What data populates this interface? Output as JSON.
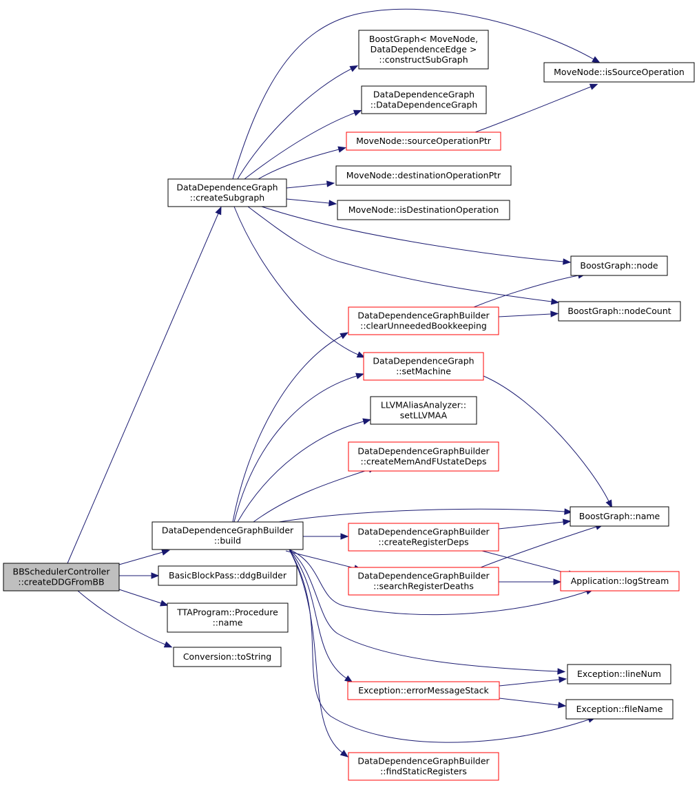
{
  "colors": {
    "edge": "#191970",
    "node_border": "#000000",
    "node_border_truncated": "#ff0000",
    "root_fill": "#bfbfbf"
  },
  "nodes": {
    "root": [
      "BBSchedulerController",
      "::createDDGFromBB"
    ],
    "build": [
      "DataDependenceGraphBuilder",
      "::build"
    ],
    "ddgBuilder": [
      "BasicBlockPass::ddgBuilder"
    ],
    "procName": [
      "TTAProgram::Procedure",
      "::name"
    ],
    "toString": [
      "Conversion::toString"
    ],
    "createSubgraph": [
      "DataDependenceGraph",
      "::createSubgraph"
    ],
    "constructSubGraph": [
      "BoostGraph< MoveNode,",
      "DataDependenceEdge >",
      "::constructSubGraph"
    ],
    "ddgCtor": [
      "DataDependenceGraph",
      "::DataDependenceGraph"
    ],
    "sourceOpPtr": [
      "MoveNode::sourceOperationPtr"
    ],
    "destOpPtr": [
      "MoveNode::destinationOperationPtr"
    ],
    "isDestOp": [
      "MoveNode::isDestinationOperation"
    ],
    "isSourceOp": [
      "MoveNode::isSourceOperation"
    ],
    "bgNode": [
      "BoostGraph::node"
    ],
    "bgNodeCount": [
      "BoostGraph::nodeCount"
    ],
    "clearUnneeded": [
      "DataDependenceGraphBuilder",
      "::clearUnneededBookkeeping"
    ],
    "setMachine": [
      "DataDependenceGraph",
      "::setMachine"
    ],
    "setLLVMAA": [
      "LLVMAliasAnalyzer::",
      "setLLVMAA"
    ],
    "createMemDeps": [
      "DataDependenceGraphBuilder",
      "::createMemAndFUstateDeps"
    ],
    "createRegDeps": [
      "DataDependenceGraphBuilder",
      "::createRegisterDeps"
    ],
    "searchRegDeaths": [
      "DataDependenceGraphBuilder",
      "::searchRegisterDeaths"
    ],
    "bgName": [
      "BoostGraph::name"
    ],
    "logStream": [
      "Application::logStream"
    ],
    "lineNum": [
      "Exception::lineNum"
    ],
    "fileName": [
      "Exception::fileName"
    ],
    "errorMsgStack": [
      "Exception::errorMessageStack"
    ],
    "findStaticRegs": [
      "DataDependenceGraphBuilder",
      "::findStaticRegisters"
    ]
  }
}
